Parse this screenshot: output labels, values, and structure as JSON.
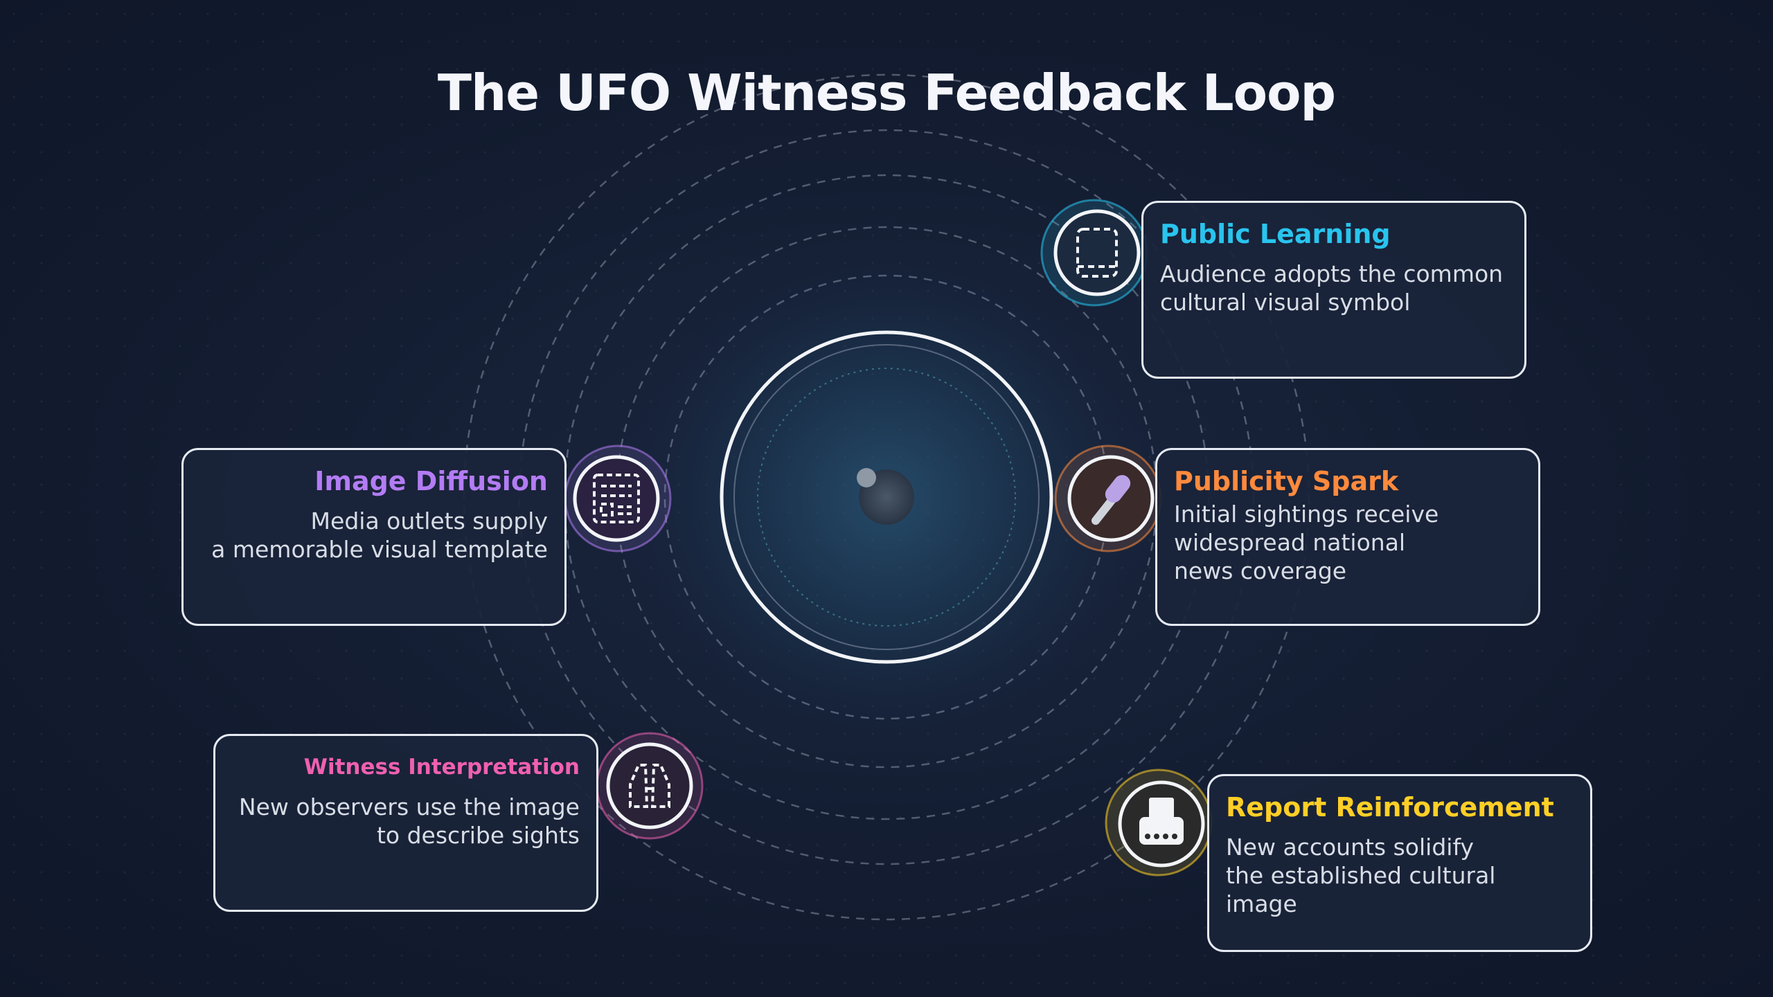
{
  "title": "The UFO Witness Feedback Loop",
  "colors": {
    "cyan": "#29c4ee",
    "orange": "#ff8a3d",
    "yellow": "#ffcf26",
    "pink": "#f060b0",
    "purple": "#b37cf4"
  },
  "stages": {
    "public_learning": {
      "title": "Public Learning",
      "lines": [
        "Audience adopts the common",
        "cultural visual symbol"
      ],
      "icon": "tablet-icon"
    },
    "publicity_spark": {
      "title": "Publicity Spark",
      "lines": [
        "Initial sightings receive",
        "widespread national",
        "news coverage"
      ],
      "icon": "microphone-icon"
    },
    "report_reinforcement": {
      "title": "Report Reinforcement",
      "lines": [
        "New accounts solidify",
        "the established cultural image"
      ],
      "icon": "typewriter-icon"
    },
    "witness_interpretation": {
      "title": "Witness Interpretation",
      "lines": [
        "New observers use the image",
        "to describe sights"
      ],
      "icon": "binoculars-icon"
    },
    "image_diffusion": {
      "title": "Image Diffusion",
      "lines": [
        "Media outlets supply",
        "a memorable visual template"
      ],
      "icon": "newspaper-icon"
    }
  }
}
